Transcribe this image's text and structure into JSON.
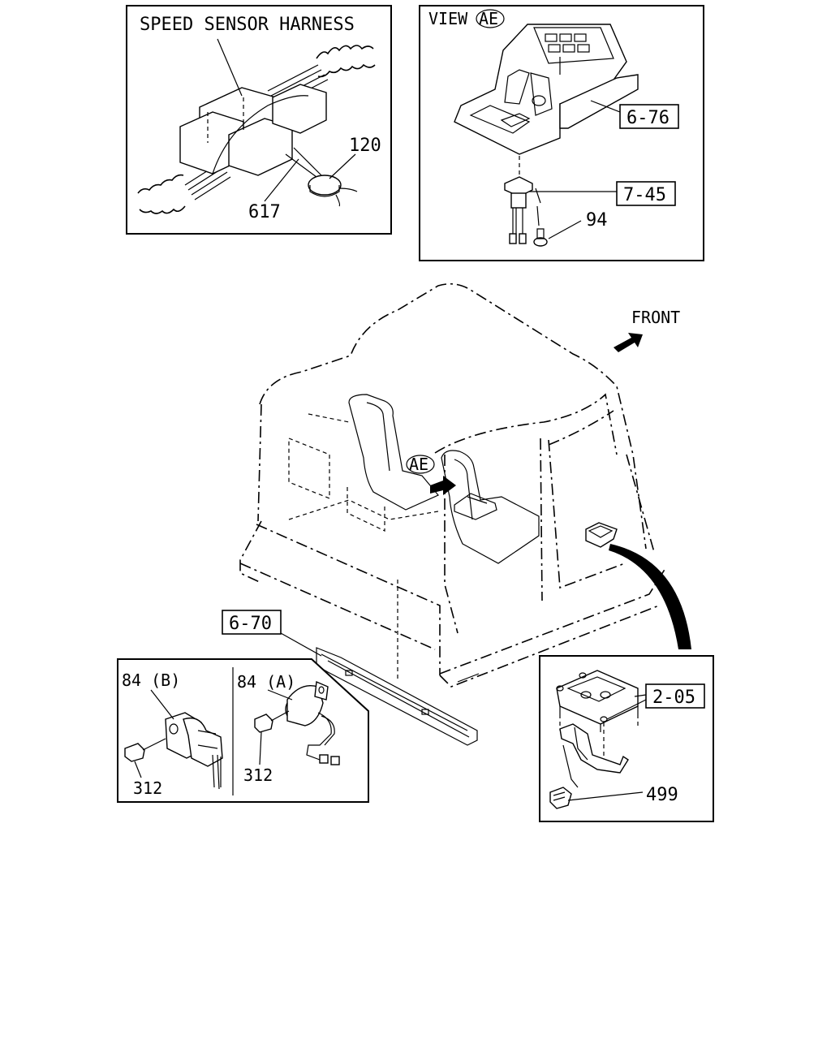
{
  "diagram": {
    "speed_sensor_panel": {
      "title": "SPEED SENSOR HARNESS",
      "labels": {
        "sensor": "120",
        "harness": "617"
      }
    },
    "view_panel": {
      "title": "VIEW",
      "view_marker": "AE",
      "labels": {
        "console_ref": "6-76",
        "switch_ref": "7-45",
        "bolt": "94"
      }
    },
    "main_view": {
      "front_label": "FRONT",
      "view_marker": "AE",
      "floor_ref": "6-70"
    },
    "sensor_panel": {
      "left": {
        "part": "84 (B)",
        "bolt": "312"
      },
      "right": {
        "part": "84 (A)",
        "bolt": "312"
      }
    },
    "controller_panel": {
      "ref": "2-05",
      "part": "499"
    }
  }
}
